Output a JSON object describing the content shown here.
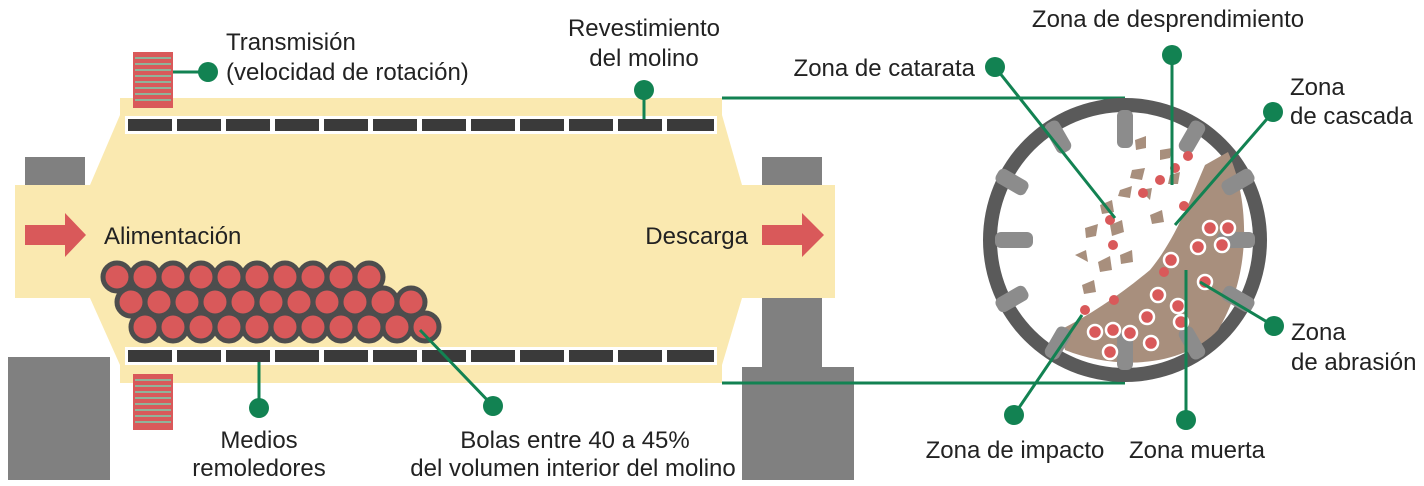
{
  "labels": {
    "transmision_1": "Transmisión",
    "transmision_2": "(velocidad de rotación)",
    "revestimiento_1": "Revestimiento",
    "revestimiento_2": "del molino",
    "alimentacion": "Alimentación",
    "descarga": "Descarga",
    "medios_1": "Medios",
    "medios_2": "remoledores",
    "bolas_1": "Bolas entre 40 a 45%",
    "bolas_2": "del volumen interior del molino",
    "zona_desprendimiento": "Zona de desprendimiento",
    "zona_catarata": "Zona de catarata",
    "zona_cascada_1": "Zona",
    "zona_cascada_2": "de cascada",
    "zona_abrasion_1": "Zona",
    "zona_abrasion_2": "de abrasión",
    "zona_impacto": "Zona de impacto",
    "zona_muerta": "Zona muerta"
  },
  "colors": {
    "mill_body": "#fae9b0",
    "support": "#808080",
    "liner": "#3a3a3a",
    "ball": "#d9595a",
    "ball_outline": "#4d4d4d",
    "ore": "#a88f7d",
    "callout": "#128252",
    "arrow": "#d9595a",
    "drum_ring": "#5a5a5a",
    "lifter": "#8c8c8c"
  }
}
